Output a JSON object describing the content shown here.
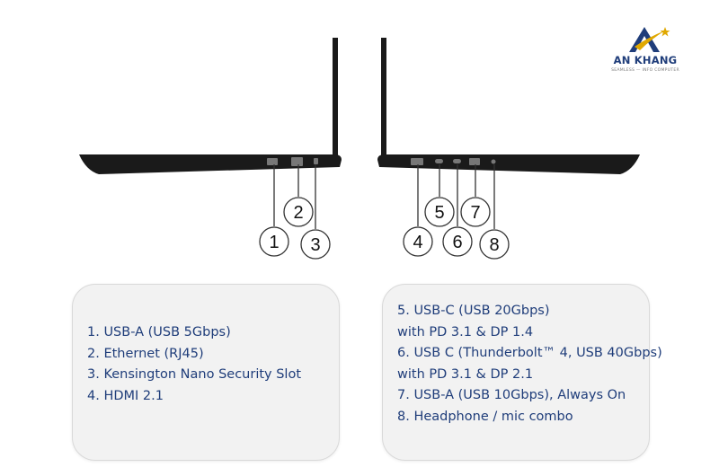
{
  "logo": {
    "name": "AN KHANG",
    "tagline": "SEAMLESS — INFO COMPUTER"
  },
  "callouts": [
    "1",
    "2",
    "3",
    "4",
    "5",
    "6",
    "7",
    "8"
  ],
  "left_panel": {
    "items": [
      "1. USB-A (USB 5Gbps)",
      "2. Ethernet (RJ45)",
      "3. Kensington Nano Security Slot",
      "4. HDMI 2.1"
    ]
  },
  "right_panel": {
    "lines": [
      "5. USB-C (USB 20Gbps)",
      "with PD 3.1 & DP 1.4",
      "6. USB C (Thunderbolt™ 4, USB 40Gbps)",
      "with PD 3.1 & DP 2.1",
      "7. USB-A (USB 10Gbps), Always On",
      "8. Headphone / mic combo"
    ]
  },
  "colors": {
    "text": "#1f3d7a",
    "laptop": "#1a1a1a",
    "panel_bg": "#f2f2f2",
    "logo_blue": "#1f3d7a",
    "logo_gold": "#e0a800"
  }
}
